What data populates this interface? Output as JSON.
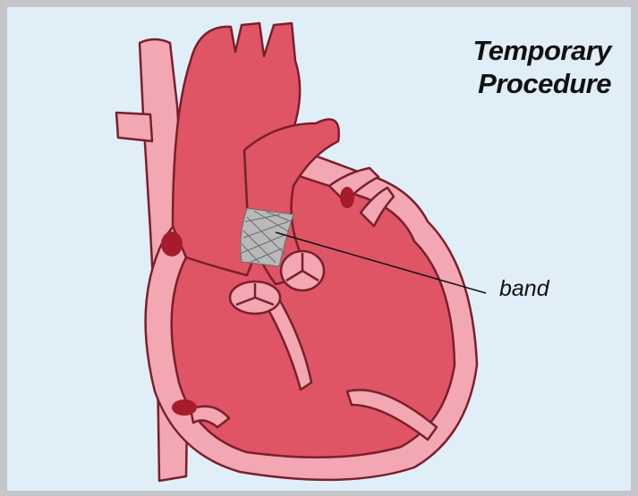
{
  "title": {
    "line1": "Temporary",
    "line2": "Procedure"
  },
  "labels": {
    "band": "band"
  },
  "colors": {
    "background": "#e0eef8",
    "frame": "#c4c6c9",
    "tissue_wall": "#f2a7b2",
    "chamber_red": "#df5566",
    "outline": "#7a1f2c",
    "band_gray": "#b9b9b9"
  }
}
